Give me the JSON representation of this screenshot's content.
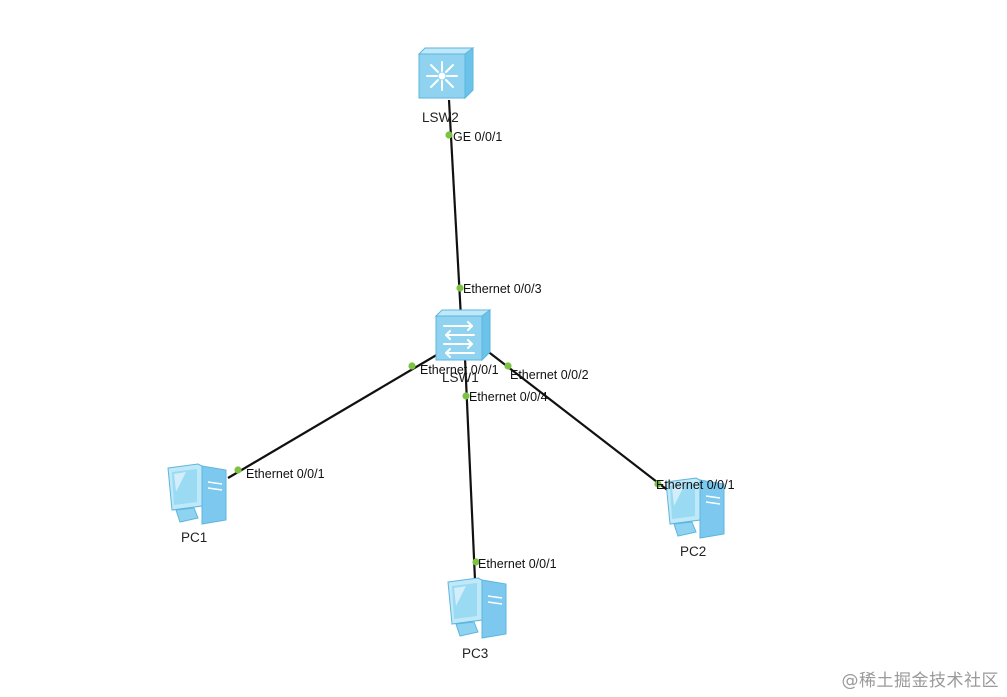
{
  "colors": {
    "link": "#111111",
    "port_dot": "#7dc242",
    "device_fill": "#8fd3f0",
    "device_edge": "#5db6de",
    "watermark": "#9a9a9a"
  },
  "devices": {
    "lsw2": {
      "label": "LSW2",
      "icon": "switch-core-icon"
    },
    "lsw1": {
      "label": "LSW1",
      "icon": "switch-icon"
    },
    "pc1": {
      "label": "PC1",
      "icon": "pc-icon"
    },
    "pc2": {
      "label": "PC2",
      "icon": "pc-icon"
    },
    "pc3": {
      "label": "PC3",
      "icon": "pc-icon"
    }
  },
  "links": [
    {
      "from": "lsw2",
      "to": "lsw1",
      "from_port": "GE 0/0/1",
      "to_port": "Ethernet 0/0/3"
    },
    {
      "from": "lsw1",
      "to": "pc1",
      "from_port": "Ethernet 0/0/1",
      "to_port": "Ethernet 0/0/1"
    },
    {
      "from": "lsw1",
      "to": "pc2",
      "from_port": "Ethernet 0/0/2",
      "to_port": "Ethernet 0/0/1"
    },
    {
      "from": "lsw1",
      "to": "pc3",
      "from_port": "Ethernet 0/0/4",
      "to_port": "Ethernet 0/0/1"
    }
  ],
  "watermark": "@稀土掘金技术社区"
}
